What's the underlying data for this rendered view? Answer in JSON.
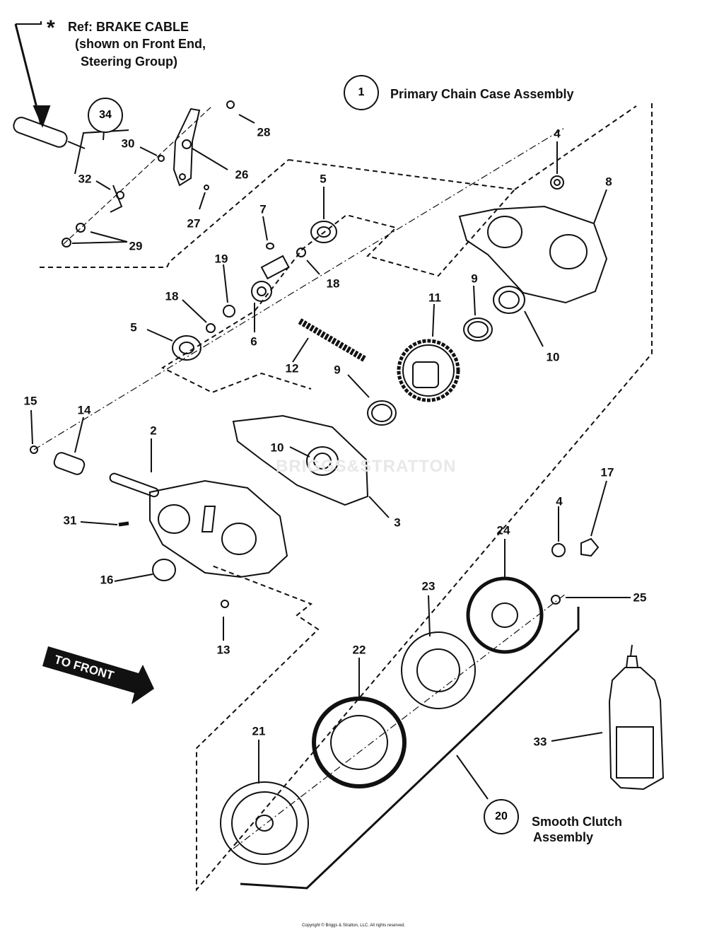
{
  "header": {
    "asterisk": "*",
    "ref_line1": "Ref: BRAKE CABLE",
    "ref_line2": "(shown on Front  End,",
    "ref_line3": "Steering Group)"
  },
  "assemblies": {
    "primary_number": "1",
    "primary_label": "Primary Chain Case Assembly",
    "clutch_number": "20",
    "clutch_label_line1": "Smooth Clutch",
    "clutch_label_line2": "Assembly",
    "brake_number": "34"
  },
  "direction": {
    "label": "TO FRONT"
  },
  "watermark": "BRIGGS&STRATTON",
  "copyright": "Copyright © Briggs & Stratton, LLC. All rights reserved.",
  "parts": {
    "p2": "2",
    "p3": "3",
    "p4a": "4",
    "p4b": "4",
    "p5a": "5",
    "p5b": "5",
    "p6": "6",
    "p7": "7",
    "p8": "8",
    "p9a": "9",
    "p9b": "9",
    "p10a": "10",
    "p10b": "10",
    "p11": "11",
    "p12": "12",
    "p13": "13",
    "p14": "14",
    "p15": "15",
    "p16": "16",
    "p17": "17",
    "p18a": "18",
    "p18b": "18",
    "p19": "19",
    "p21": "21",
    "p22": "22",
    "p23": "23",
    "p24": "24",
    "p25": "25",
    "p26": "26",
    "p27": "27",
    "p28": "28",
    "p29": "29",
    "p30": "30",
    "p31": "31",
    "p32": "32",
    "p33": "33"
  }
}
